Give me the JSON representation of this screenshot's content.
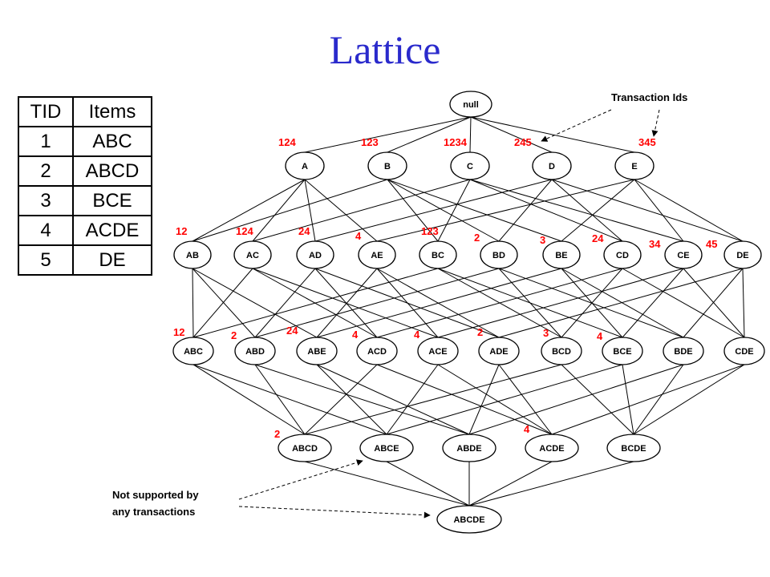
{
  "title": "Lattice",
  "table": {
    "headers": [
      "TID",
      "Items"
    ],
    "rows": [
      [
        "1",
        "ABC"
      ],
      [
        "2",
        "ABCD"
      ],
      [
        "3",
        "BCE"
      ],
      [
        "4",
        "ACDE"
      ],
      [
        "5",
        "DE"
      ]
    ]
  },
  "lattice": {
    "levels": [
      [
        {
          "label": "null",
          "tids": ""
        }
      ],
      [
        {
          "label": "A",
          "tids": "124"
        },
        {
          "label": "B",
          "tids": "123"
        },
        {
          "label": "C",
          "tids": "1234"
        },
        {
          "label": "D",
          "tids": "245"
        },
        {
          "label": "E",
          "tids": "345"
        }
      ],
      [
        {
          "label": "AB",
          "tids": "12"
        },
        {
          "label": "AC",
          "tids": "124"
        },
        {
          "label": "AD",
          "tids": "24"
        },
        {
          "label": "AE",
          "tids": "4"
        },
        {
          "label": "BC",
          "tids": "123"
        },
        {
          "label": "BD",
          "tids": "2"
        },
        {
          "label": "BE",
          "tids": "3"
        },
        {
          "label": "CD",
          "tids": "24"
        },
        {
          "label": "CE",
          "tids": "34"
        },
        {
          "label": "DE",
          "tids": "45"
        }
      ],
      [
        {
          "label": "ABC",
          "tids": "12"
        },
        {
          "label": "ABD",
          "tids": "2"
        },
        {
          "label": "ABE",
          "tids": "24"
        },
        {
          "label": "ACD",
          "tids": "4"
        },
        {
          "label": "ACE",
          "tids": "4"
        },
        {
          "label": "ADE",
          "tids": "2"
        },
        {
          "label": "BCD",
          "tids": "3"
        },
        {
          "label": "BCE",
          "tids": "4"
        },
        {
          "label": "BDE",
          "tids": ""
        },
        {
          "label": "CDE",
          "tids": ""
        }
      ],
      [
        {
          "label": "ABCD",
          "tids": "2"
        },
        {
          "label": "ABCE",
          "tids": ""
        },
        {
          "label": "ABDE",
          "tids": ""
        },
        {
          "label": "ACDE",
          "tids": "4"
        },
        {
          "label": "BCDE",
          "tids": ""
        }
      ],
      [
        {
          "label": "ABCDE",
          "tids": ""
        }
      ]
    ]
  },
  "annotations": {
    "transaction_ids": "Transaction Ids",
    "not_supported_line1": "Not supported by",
    "not_supported_line2": "any transactions"
  }
}
